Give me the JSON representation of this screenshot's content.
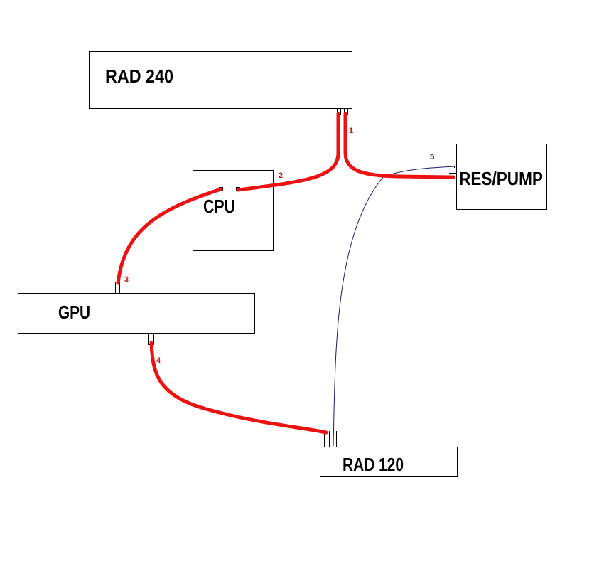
{
  "title": "Water cooling loop diagram",
  "colors": {
    "tube": "#ee1111",
    "thin_tube": "#1a1a6e",
    "label_red": "#cc1111",
    "label_black": "#000000"
  },
  "components": {
    "rad240": {
      "label": "RAD 240"
    },
    "cpu": {
      "label": "CPU"
    },
    "res_pump": {
      "label": "RES/PUMP"
    },
    "gpu": {
      "label": "GPU"
    },
    "rad120": {
      "label": "RAD 120"
    }
  },
  "tube_labels": [
    {
      "id": "1",
      "text": "1",
      "color": "red"
    },
    {
      "id": "2",
      "text": "2",
      "color": "red"
    },
    {
      "id": "3",
      "text": "3",
      "color": "red"
    },
    {
      "id": "4",
      "text": "4",
      "color": "red"
    },
    {
      "id": "5",
      "text": "5",
      "color": "black"
    }
  ],
  "connections": [
    {
      "id": "1",
      "from": "RAD 240",
      "to": "RES/PUMP"
    },
    {
      "id": "2",
      "from": "RAD 240",
      "to": "CPU"
    },
    {
      "id": "3",
      "from": "CPU",
      "to": "GPU"
    },
    {
      "id": "4",
      "from": "GPU",
      "to": "RAD 120"
    },
    {
      "id": "5",
      "from": "RAD 120",
      "to": "RES/PUMP"
    }
  ]
}
